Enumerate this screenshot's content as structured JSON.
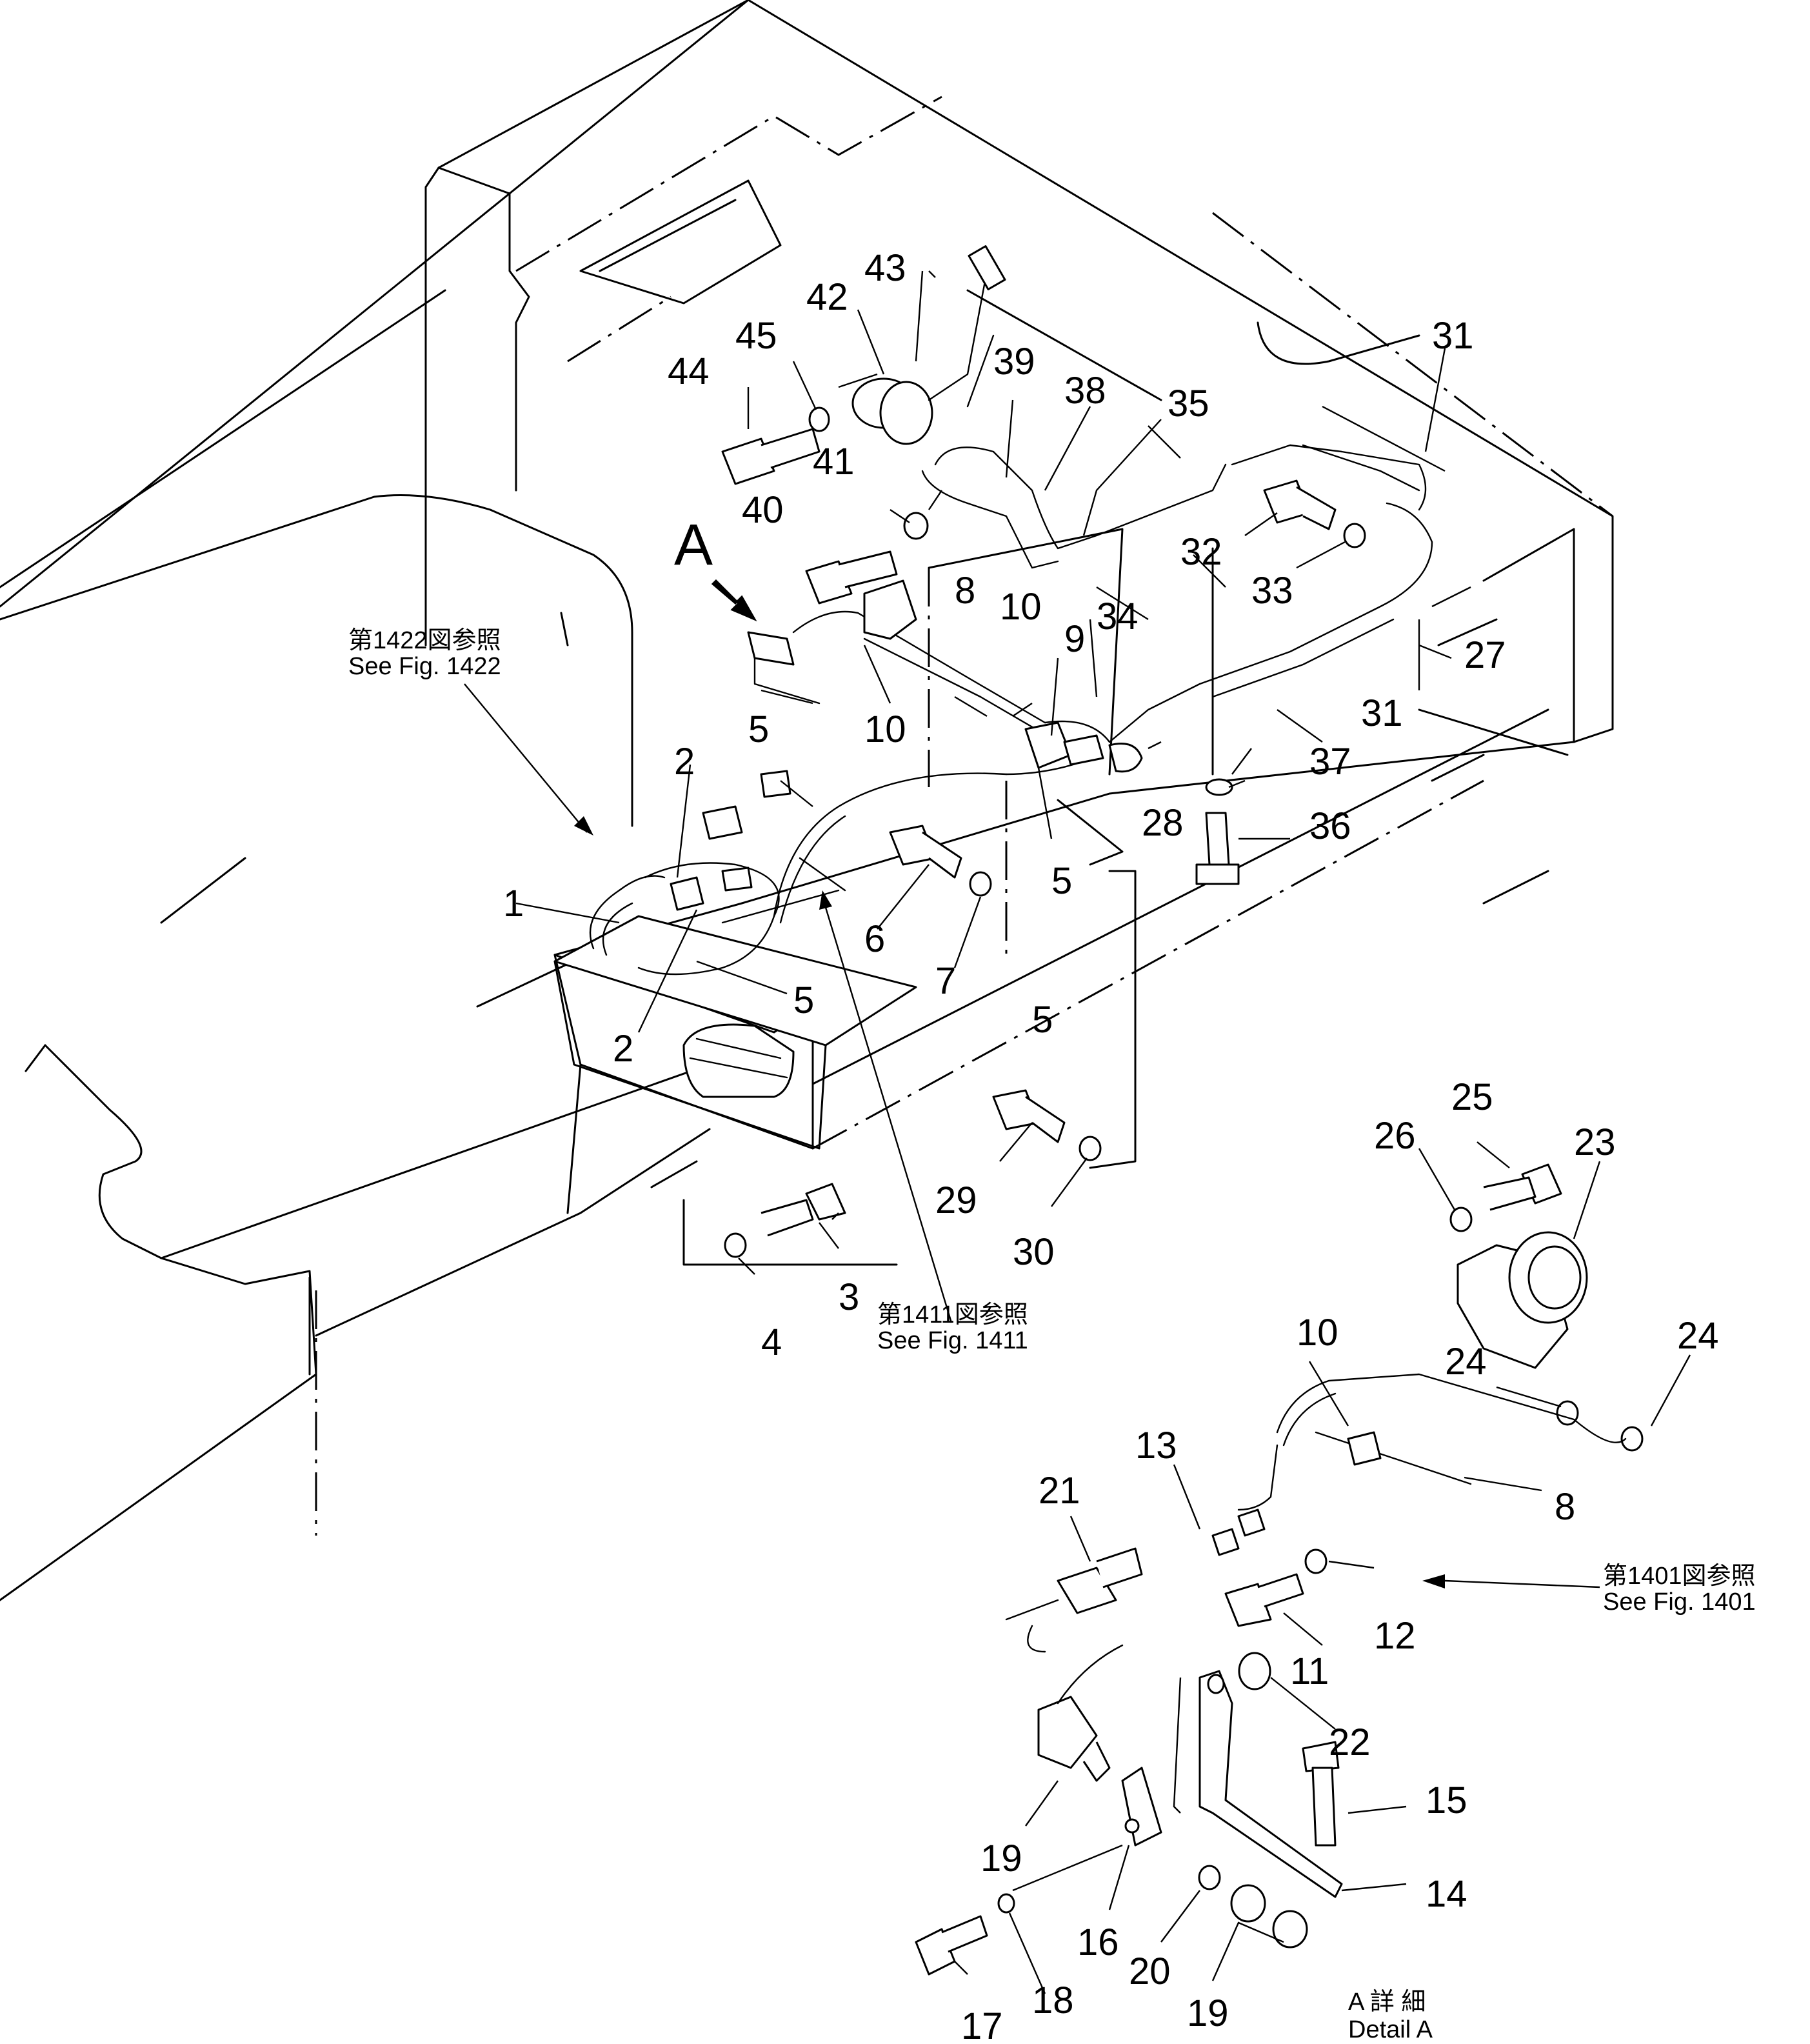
{
  "detail_marker": "A",
  "callouts": [
    "1",
    "2",
    "2",
    "3",
    "4",
    "5",
    "5",
    "5",
    "5",
    "6",
    "7",
    "8",
    "8",
    "9",
    "10",
    "10",
    "10",
    "11",
    "12",
    "13",
    "14",
    "15",
    "16",
    "17",
    "18",
    "19",
    "19",
    "20",
    "21",
    "22",
    "23",
    "24",
    "24",
    "25",
    "26",
    "27",
    "28",
    "29",
    "30",
    "31",
    "31",
    "32",
    "33",
    "34",
    "35",
    "36",
    "37",
    "38",
    "39",
    "40",
    "41",
    "42",
    "43",
    "44",
    "45"
  ],
  "references": [
    {
      "jp": "第1422図参照",
      "en": "See  Fig.  1422"
    },
    {
      "jp": "第1411図参照",
      "en": "See  Fig.  1411"
    },
    {
      "jp": "第1401図参照",
      "en": "See  Fig.  1401"
    }
  ],
  "detail_caption": {
    "jp": "A 詳 細",
    "en": "Detail  A"
  }
}
